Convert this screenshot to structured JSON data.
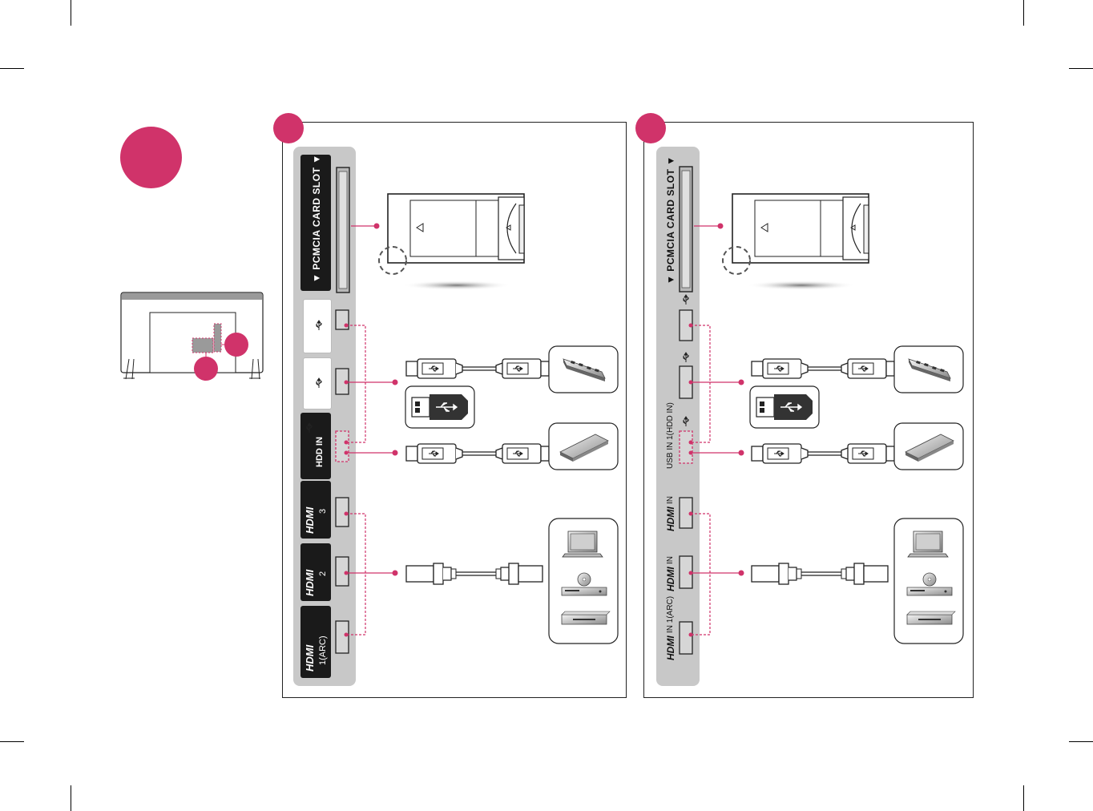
{
  "colors": {
    "accent": "#d0336a",
    "strip": "#c8c8c8",
    "blackbar": "#1a1a1a",
    "line": "#222222"
  },
  "left_panel": {
    "pcmcia_label": "▼ PCMCIA  CARD  SLOT ▼",
    "hdd_label": "HDD IN",
    "hdmi_logo": "HDMI",
    "hdmi3_num": "3",
    "hdmi2_num": "2",
    "hdmi1_num": "1(ARC)"
  },
  "right_panel": {
    "pcmcia_label": "▼ PCMCIA  CARD  SLOT ▼",
    "usb_hdd_label": "USB IN 1(HDD IN)",
    "hdmi_logo": "HDMI",
    "hdmi_in_a": "IN",
    "hdmi_in_b": "IN",
    "hdmi_in_1": "IN 1(ARC)"
  },
  "icons": [
    "tv-back-icon",
    "cam-module-icon",
    "usb-hub-icon",
    "usb-stick-icon",
    "hdd-icon",
    "laptop-icon",
    "dvd-player-icon",
    "set-top-box-icon",
    "usb-cable-icon",
    "hdmi-cable-icon",
    "usb-symbol-icon"
  ]
}
